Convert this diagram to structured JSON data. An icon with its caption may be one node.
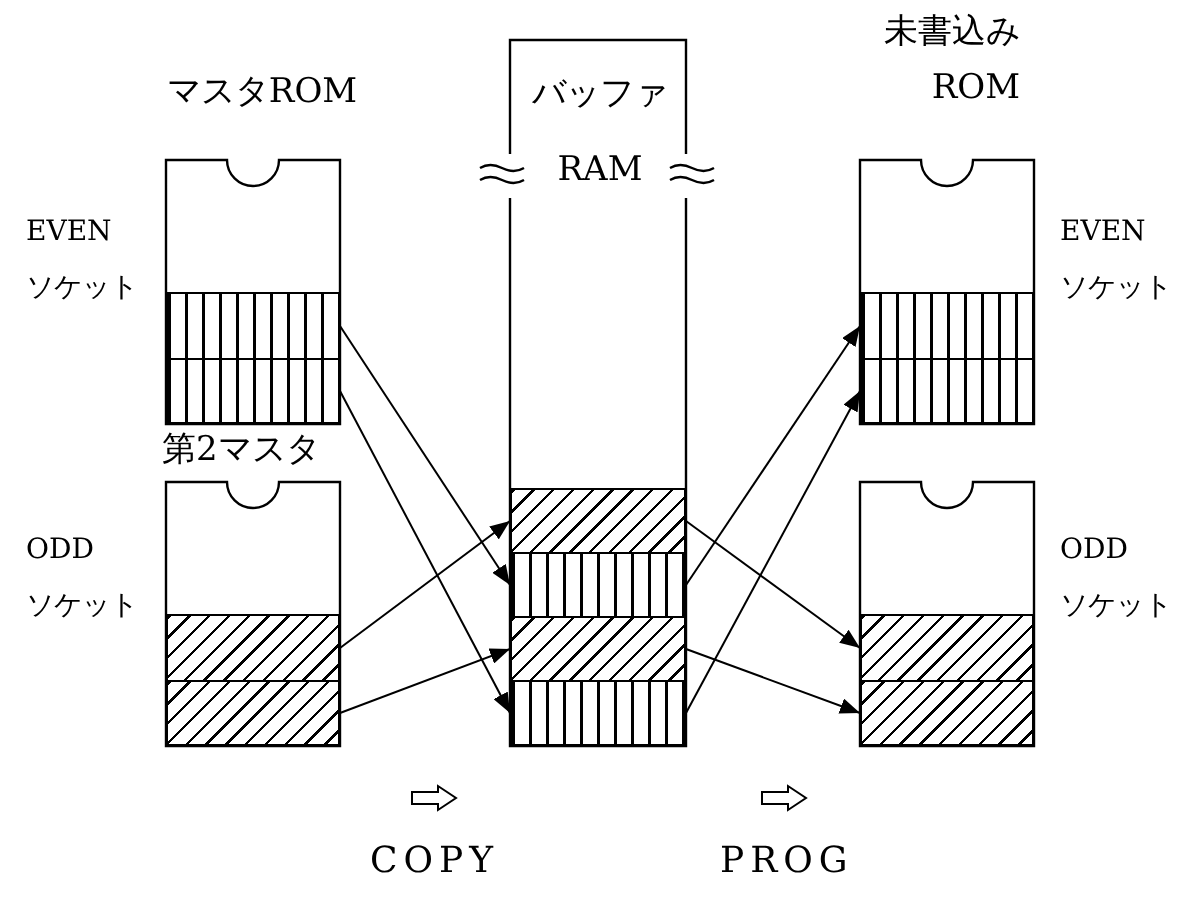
{
  "diagram": {
    "nodes": [
      {
        "text": [
          "マスタROM"
        ],
        "beside": [
          "EVEN ソケット"
        ]
      },
      {
        "text": [],
        "shape": "bar",
        "in": 0
      },
      {
        "text": [],
        "shape": "bar",
        "in": 0
      },
      {
        "text": [
          "第2マスタ"
        ],
        "beside": [
          "ODD ソケット"
        ]
      },
      {
        "text": [],
        "shape": "bar",
        "in": 3
      },
      {
        "text": [],
        "shape": "bar",
        "in": 3
      },
      {
        "text": [
          "バッファ RAM"
        ]
      },
      {
        "text": [],
        "shape": "bar",
        "in": 6
      },
      {
        "text": [],
        "shape": "bar",
        "in": 6
      },
      {
        "text": [],
        "shape": "bar",
        "in": 6
      },
      {
        "text": [],
        "shape": "bar",
        "in": 6
      },
      {
        "text": [
          "未書込み ROM"
        ],
        "beside": [
          "EVEN ソケット"
        ]
      },
      {
        "text": [],
        "shape": "bar",
        "in": 11
      },
      {
        "text": [],
        "shape": "bar",
        "in": 11
      },
      {
        "text": [],
        "shape": "box",
        "beside": [
          "ODD ソケット"
        ]
      },
      {
        "text": [],
        "shape": "bar",
        "in": 14
      },
      {
        "text": [],
        "shape": "bar",
        "in": 14
      }
    ],
    "edges": [
      {
        "from": 1,
        "to": 8,
        "arrow": "to"
      },
      {
        "from": 2,
        "to": 10,
        "arrow": "to"
      },
      {
        "from": 4,
        "to": 7,
        "arrow": "to"
      },
      {
        "from": 5,
        "to": 9,
        "arrow": "to"
      },
      {
        "from": 8,
        "to": 12,
        "arrow": "to"
      },
      {
        "from": 10,
        "to": 13,
        "arrow": "to"
      },
      {
        "from": 7,
        "to": 15,
        "arrow": "to"
      },
      {
        "from": 9,
        "to": 16,
        "arrow": "to"
      }
    ],
    "labels": [
      "COPY",
      "PROG"
    ]
  }
}
